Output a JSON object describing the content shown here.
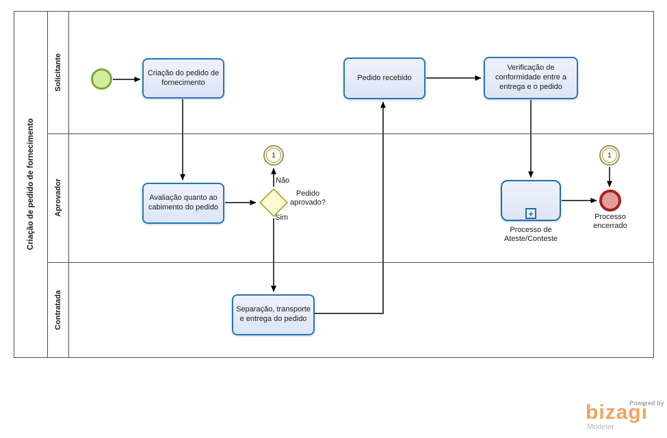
{
  "diagram": {
    "pool_title": "Criação de pedido de fornecimento",
    "lanes": [
      {
        "label": "Solicitante"
      },
      {
        "label": "Aprovador"
      },
      {
        "label": "Contratada"
      }
    ]
  },
  "nodes": {
    "task_criacao": {
      "label": "Criação do pedido de fornecimento"
    },
    "task_pedido_recebido": {
      "label": "Pedido recebido"
    },
    "task_verificacao": {
      "label": "Verificação de conformidade entre a entrega e o pedido"
    },
    "task_avaliacao": {
      "label": "Avaliação quanto ao cabimento do pedido"
    },
    "task_separacao": {
      "label": "Separação, transporte e entrega do pedido"
    },
    "gateway": {
      "question": "Pedido aprovado?",
      "no_label": "Não",
      "yes_label": "Sim"
    },
    "link_event_left": {
      "number": "1"
    },
    "link_event_right": {
      "number": "1"
    },
    "subprocess": {
      "label": "Processo de Ateste/Conteste",
      "marker": "+"
    },
    "end_event": {
      "label": "Processo encerrado"
    }
  },
  "branding": {
    "powered_by": "Powered by",
    "brand": "bizagi",
    "product": "Modeler"
  },
  "colors": {
    "task_border": "#2478b5",
    "task_fill": "#ebeffa",
    "start_border": "#76ab36",
    "start_fill": "#d5ee9c",
    "gateway_border": "#b3b34a",
    "gateway_fill": "#fbfad5",
    "link_border": "#9a9a58",
    "link_fill": "#fcfbee",
    "end_border": "#a32222",
    "end_fill": "#e89c9c",
    "flow_line": "#000000",
    "pool_line": "#4d4d4d",
    "brand_orange": "#f2a361",
    "brand_gray": "#b4bbc1"
  }
}
